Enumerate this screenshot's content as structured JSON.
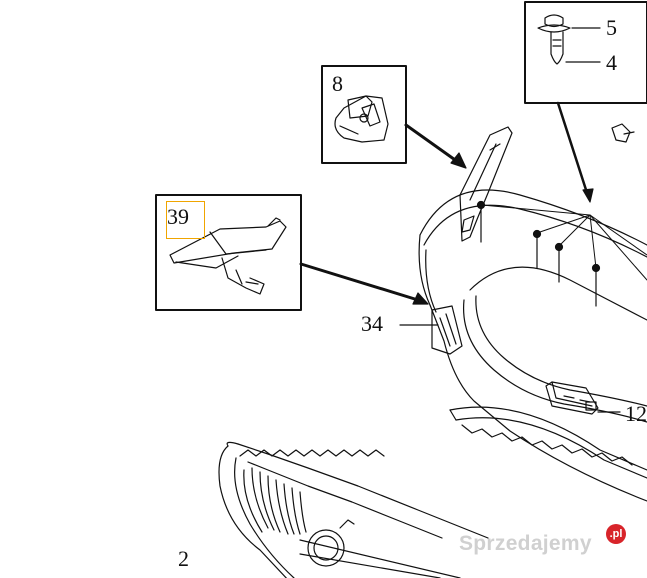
{
  "callouts": {
    "c5": "5",
    "c4": "4",
    "c8": "8",
    "c39": "39",
    "c34": "34",
    "c12": "12",
    "c2": "2"
  },
  "watermark": {
    "text": "Sprzedajemy",
    "badge": ".pl"
  },
  "colors": {
    "line": "#111111",
    "highlight": "#f0a500",
    "watermark_badge": "#d8242a"
  }
}
